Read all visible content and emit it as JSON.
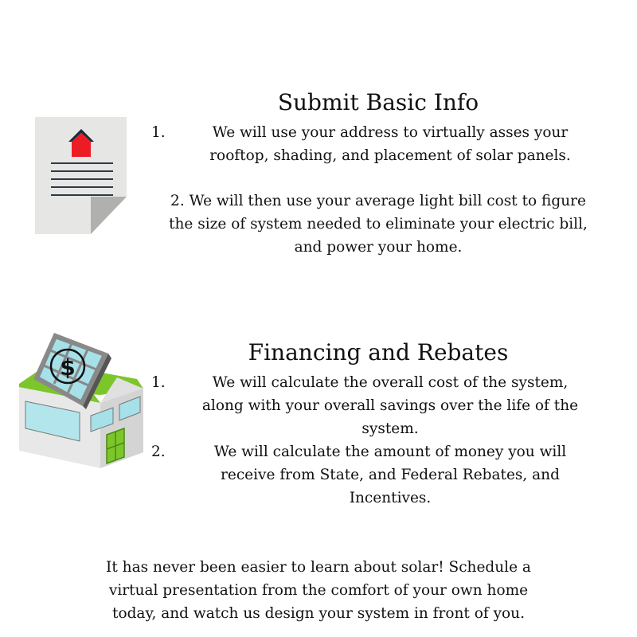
{
  "section1": {
    "title": "Submit Basic Info",
    "items": [
      {
        "number": "1.",
        "lines": [
          "We will use your address to virtually asses your",
          "rooftop, shading, and placement of solar panels."
        ]
      },
      {
        "lines": [
          "2. We will then use your average light bill cost to figure",
          "the size of system needed to eliminate your electric bill,",
          "and power your home."
        ]
      }
    ],
    "icon": "document-house-icon"
  },
  "section2": {
    "title": "Financing and Rebates",
    "items": [
      {
        "number": "1.",
        "lines": [
          "We will calculate the overall cost of the system,",
          "along with your overall savings over the life of the",
          "system."
        ]
      },
      {
        "number": "2.",
        "lines": [
          "We will calculate the amount of money you will",
          "receive from State, and Federal Rebates, and",
          "Incentives."
        ]
      }
    ],
    "icon": "solar-house-dollar-icon"
  },
  "footer": {
    "lines": [
      "It has never been easier to learn about solar! Schedule a",
      "virtual presentation from the comfort of your own home",
      "today, and watch us design your system in front of you."
    ]
  },
  "colors": {
    "green": "#7cc62a",
    "red": "#ed1c24",
    "panel": "#a6e0e8"
  }
}
